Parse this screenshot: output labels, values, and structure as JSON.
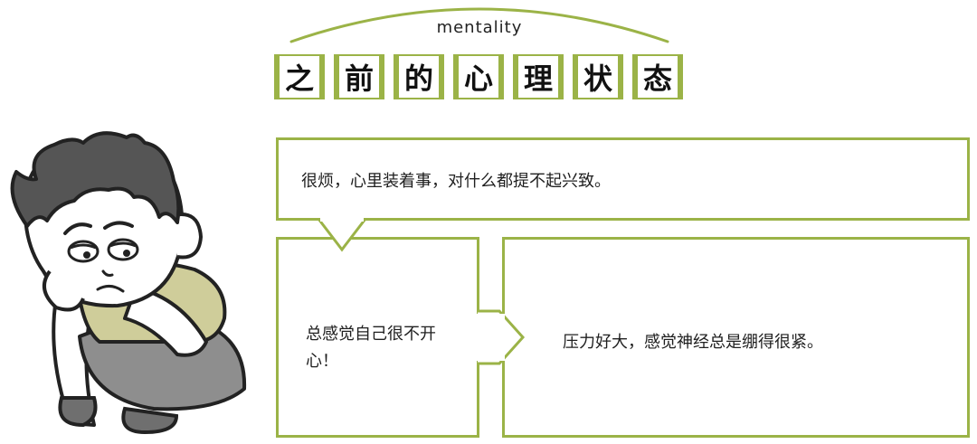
{
  "header": {
    "subtitle": "mentality",
    "title_chars": [
      "之",
      "前",
      "的",
      "心",
      "理",
      "状",
      "态"
    ]
  },
  "boxes": {
    "top": "很烦，心里装着事，对什么都提不起兴致。",
    "left": "总感觉自己很不开心！",
    "right": "压力好大，感觉神经总是绷得很紧。"
  },
  "colors": {
    "accent": "#9bb347",
    "grid": "#c8d89a",
    "shirt": "#cfcd9a",
    "pants": "#8e8e8e",
    "hair": "#555555"
  },
  "icons": {
    "figure": "sad-boy-illustration"
  }
}
